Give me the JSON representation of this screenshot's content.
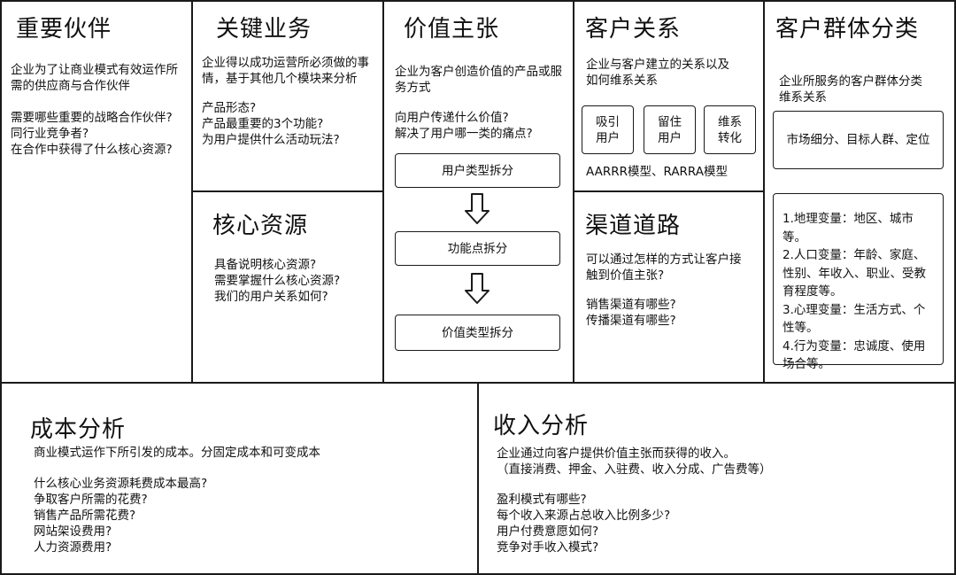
{
  "partners": {
    "title": "重要伙伴",
    "desc": "企业为了让商业模式有效运作所\n需的供应商与合作伙伴",
    "questions": "需要哪些重要的战略合作伙伴?\n同行业竞争者?\n在合作中获得了什么核心资源?"
  },
  "activities": {
    "title": "关键业务",
    "desc": "企业得以成功运营所必须做的事\n情，基于其他几个模块来分析",
    "questions": "产品形态?\n产品最重要的3个功能?\n为用户提供什么活动玩法?"
  },
  "resources": {
    "title": "核心资源",
    "questions": "具备说明核心资源?\n需要掌握什么核心资源?\n我们的用户关系如何?"
  },
  "value": {
    "title": "价值主张",
    "desc": "企业为客户创造价值的产品或服\n务方式",
    "questions": "向用户传递什么价值?\n解决了用户哪一类的痛点?",
    "steps": [
      "用户类型拆分",
      "功能点拆分",
      "价值类型拆分"
    ]
  },
  "relationships": {
    "title": "客户关系",
    "desc": "企业与客户建立的关系以及\n如何维系关系",
    "boxes": [
      "吸引\n用户",
      "留住\n用户",
      "维系\n转化"
    ],
    "models": "AARRR模型、RARRA模型"
  },
  "channels": {
    "title": "渠道道路",
    "desc": "可以通过怎样的方式让客户接\n触到价值主张?",
    "questions": "销售渠道有哪些?\n传播渠道有哪些?"
  },
  "segments": {
    "title": "客户群体分类",
    "desc": "企业所服务的客户群体分类\n维系关系",
    "box1": "市场细分、目标人群、定位",
    "box2": "1.地理变量：地区、城市\n等。\n2.人口变量：年龄、家庭、\n性别、年收入、职业、受教\n育程度等。\n3.心理变量：生活方式、个\n性等。\n4.行为变量：忠诚度、使用\n场合等。"
  },
  "cost": {
    "title": "成本分析",
    "desc": "商业模式运作下所引发的成本。分固定成本和可变成本",
    "questions": "什么核心业务资源耗费成本最高?\n争取客户所需的花费?\n销售产品所需花费?\n网站架设费用?\n人力资源费用?"
  },
  "revenue": {
    "title": "收入分析",
    "desc": "企业通过向客户提供价值主张而获得的收入。\n（直接消费、押金、入驻费、收入分成、广告费等）",
    "questions": "盈利模式有哪些?\n每个收入来源占总收入比例多少?\n用户付费意愿如何?\n竞争对手收入模式?"
  }
}
